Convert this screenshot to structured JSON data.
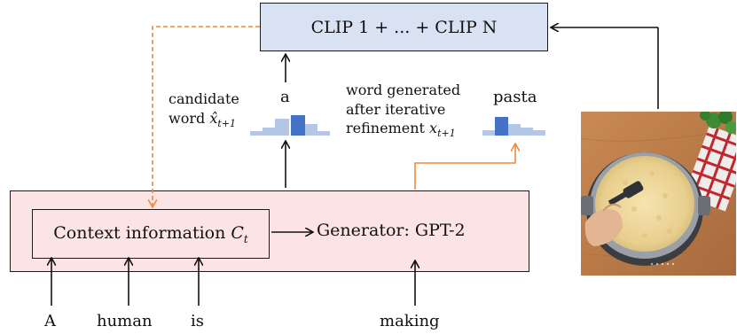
{
  "clip_box": {
    "label": "CLIP 1 + ... + CLIP N"
  },
  "generator_box": {
    "label": "Generator: GPT-2"
  },
  "context_box": {
    "label_prefix": "Context information ",
    "label_symbol": "C",
    "label_sub": "t"
  },
  "candidate": {
    "caption_line1": "candidate",
    "caption_line2_prefix": "word ",
    "caption_symbol": "x̂",
    "caption_sub": "t+1",
    "word": "a"
  },
  "refined": {
    "caption_line1": "word generated",
    "caption_line2": "after iterative",
    "caption_line3_prefix": "refinement ",
    "caption_symbol": "x",
    "caption_sub": "t+1",
    "word": "pasta"
  },
  "input_words": [
    "A",
    "human",
    "is",
    "making"
  ],
  "colors": {
    "clip_fill": "#d9e2f3",
    "generator_fill": "#fde4e4",
    "accent_orange": "#f08a3c",
    "bar_light": "#b4c7e7",
    "bar_dark": "#4472c4"
  },
  "image": {
    "description_icon": "cooking-pot-pasta-photo"
  }
}
